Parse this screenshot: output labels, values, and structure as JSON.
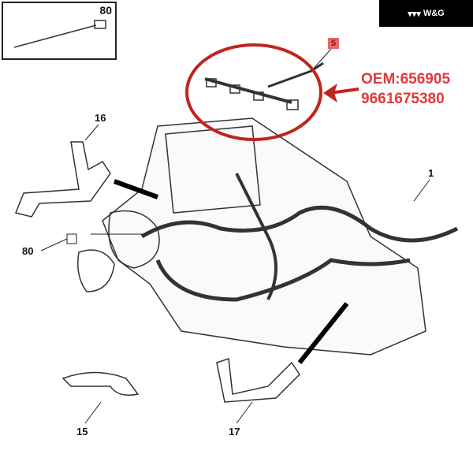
{
  "brand": {
    "name": "W&G"
  },
  "oem": {
    "line1": "OEM:656905",
    "line2": "9661675380"
  },
  "callouts": {
    "inset": "80",
    "c5": "5",
    "c16": "16",
    "c1": "1",
    "c80": "80",
    "c15": "15",
    "c17": "17"
  },
  "colors": {
    "accent": "#e03a3a",
    "circle": "#c0241f"
  }
}
